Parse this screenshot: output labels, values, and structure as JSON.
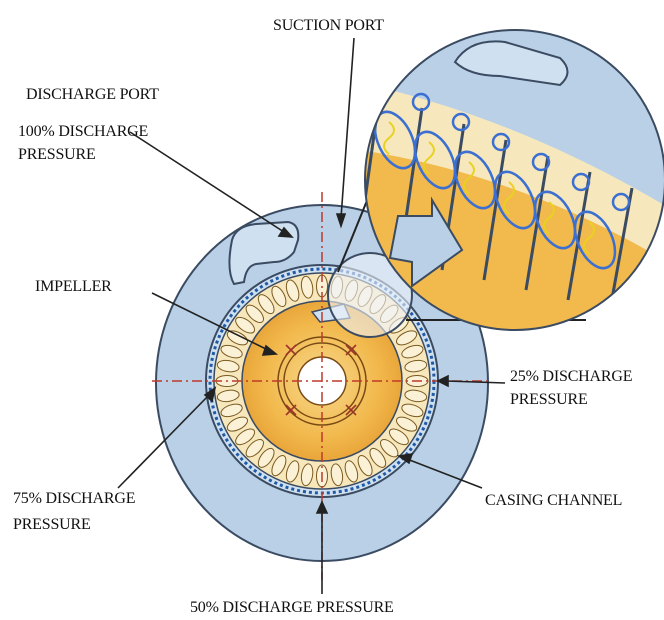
{
  "labels": {
    "suction_port": "SUCTION PORT",
    "discharge_port": "DISCHARGE PORT",
    "discharge_100_line1": "100% DISCHARGE",
    "discharge_100_line2": "PRESSURE",
    "impeller": "IMPELLER",
    "discharge_25_line1": "25% DISCHARGE",
    "discharge_25_line2": "PRESSURE",
    "discharge_75_line1": "75% DISCHARGE",
    "discharge_75_line2": "PRESSURE",
    "casing_channel": "CASING CHANNEL",
    "discharge_50": "50% DISCHARGE PRESSURE"
  },
  "colors": {
    "casing": "#b9d0e6",
    "casing_stroke": "#3a4b62",
    "impeller": "#f2b94d",
    "impeller_dark": "#e9a63a",
    "vane": "#f7e7bc",
    "blade_border": "#1f5aa6",
    "centerline": "#c0392b",
    "flow_blue": "#3b6fd1",
    "flow_yellow": "#e8d21f"
  }
}
